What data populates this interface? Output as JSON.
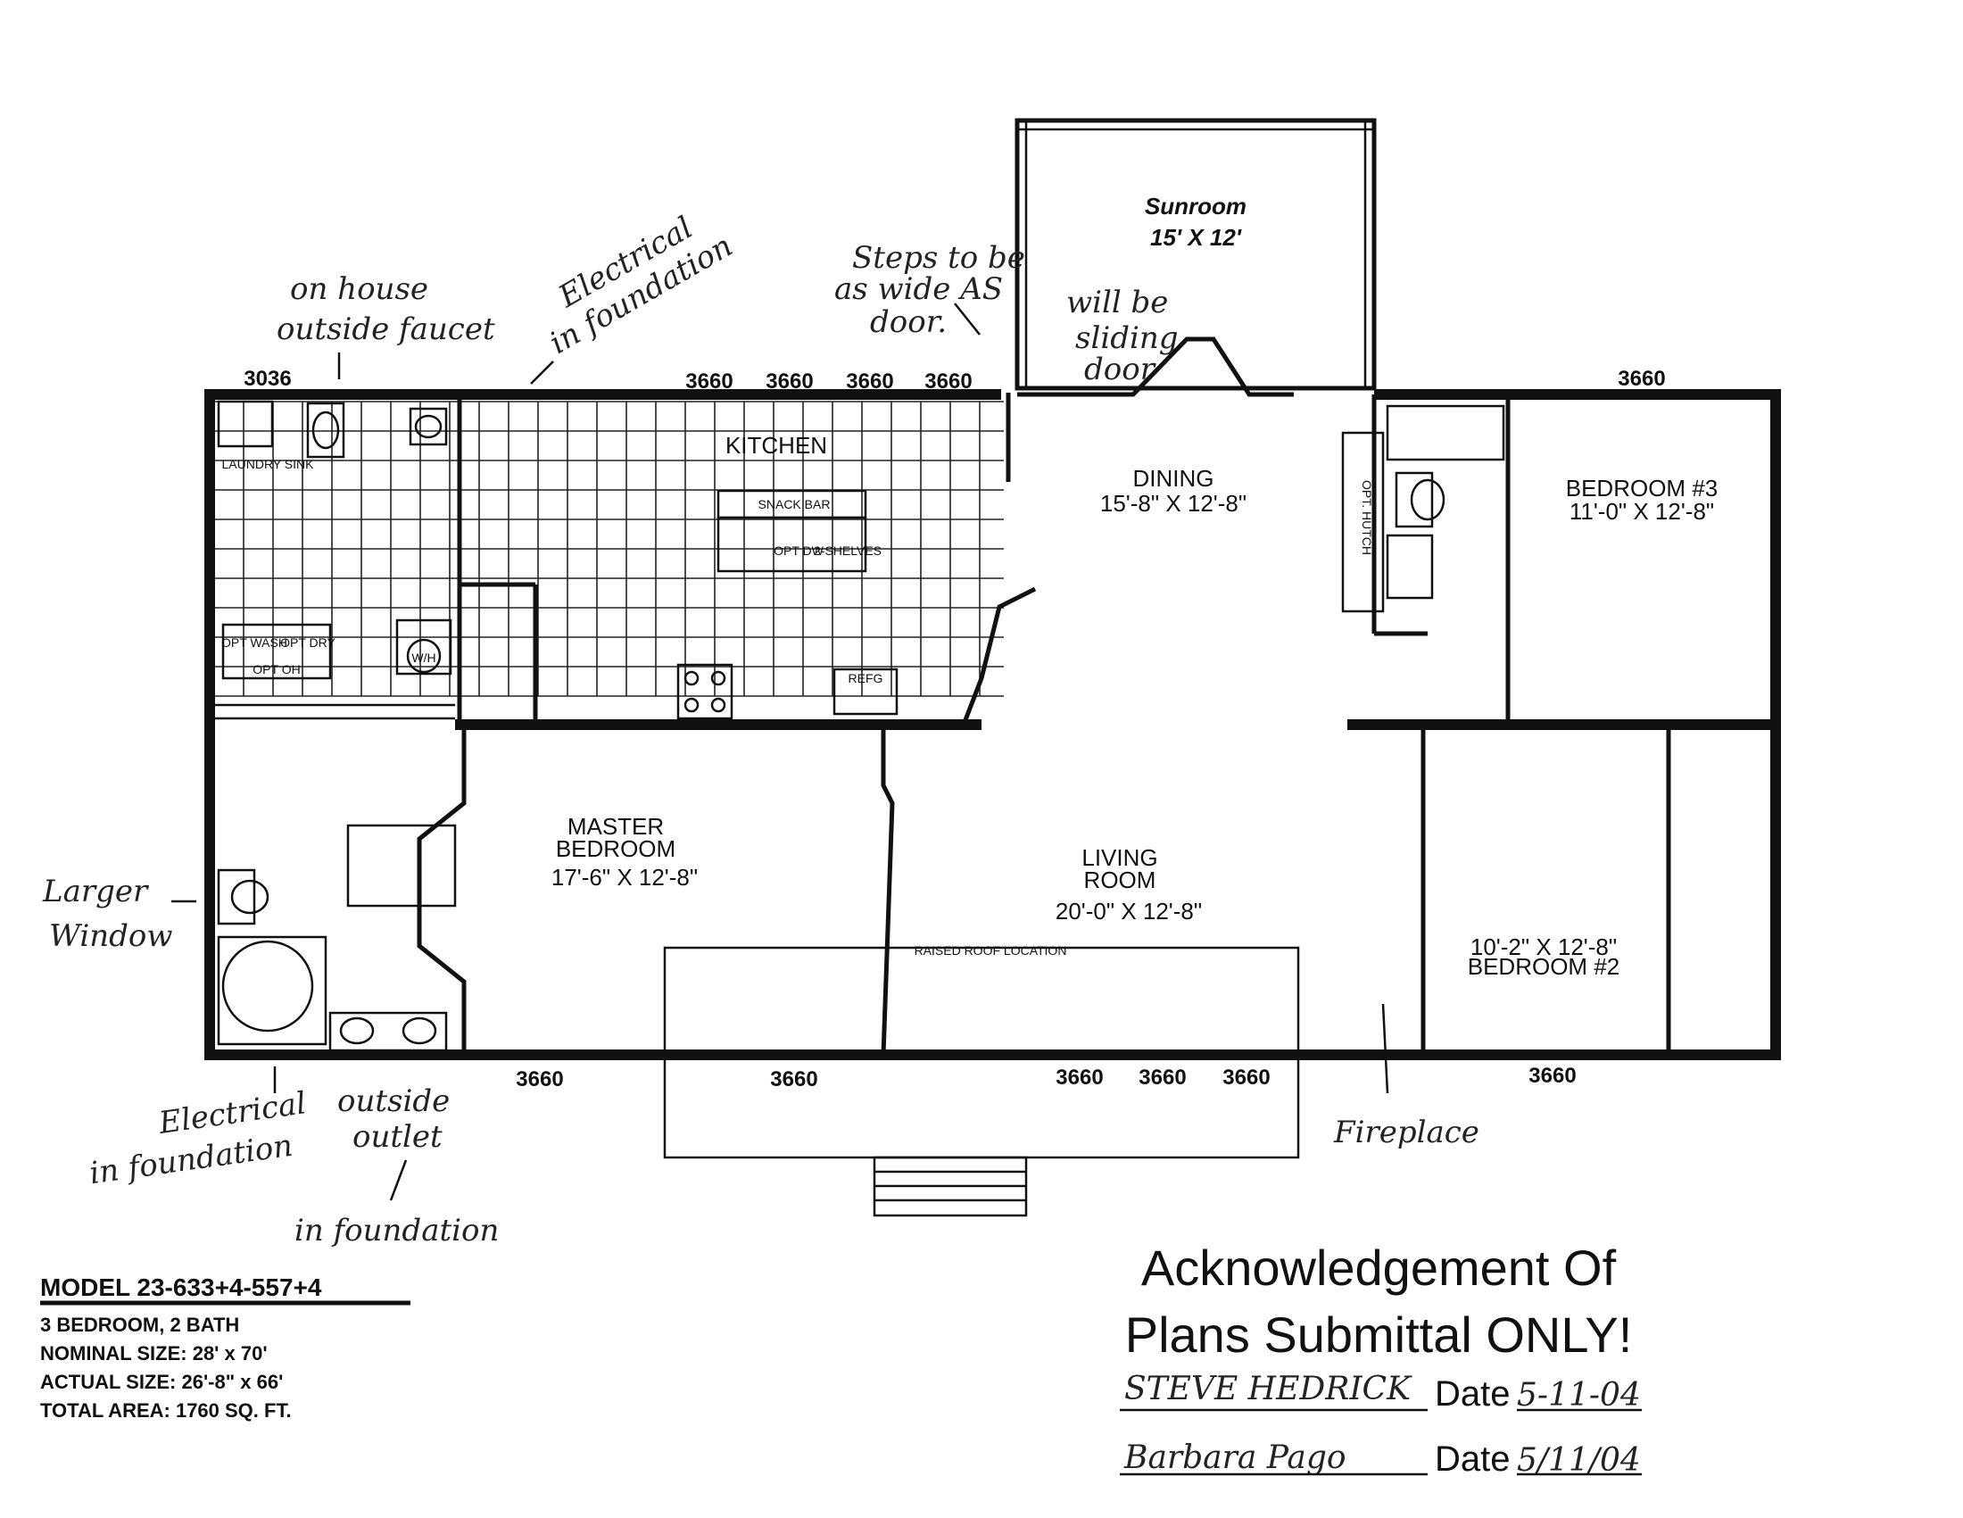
{
  "sunroom": {
    "name": "Sunroom",
    "size": "15' X 12'"
  },
  "rooms": {
    "kitchen": "KITCHEN",
    "snack_bar": "SNACK BAR",
    "shelves": "2-SHELVES",
    "opt_dw": "OPT DW",
    "refg": "REFG",
    "wh": "W/H",
    "laundry_sink": "LAUNDRY SINK",
    "opt_wash": "OPT WASH",
    "opt_dry": "OPT DRY",
    "opt_oh": "OPT OH",
    "dining_name": "DINING",
    "dining_size": "15'-8\" X 12'-8\"",
    "opt_hutch": "OPT. HUTCH",
    "bedroom3_name": "BEDROOM #3",
    "bedroom3_size": "11'-0\" X 12'-8\"",
    "master_line1": "MASTER",
    "master_line2": "BEDROOM",
    "master_size": "17'-6\" X 12'-8\"",
    "living_line1": "LIVING",
    "living_line2": "ROOM",
    "living_size": "20'-0\" X 12'-8\"",
    "raised_roof": "RAISED ROOF LOCATION",
    "bedroom2_size": "10'-2\" X 12'-8\"",
    "bedroom2_name": "BEDROOM #2"
  },
  "windows": {
    "top_left": "3036",
    "top_1": "3660",
    "top_2": "3660",
    "top_3": "3660",
    "top_4": "3660",
    "top_right": "3660",
    "bottom_1": "3660",
    "bottom_2": "3660",
    "bottom_3": "3660",
    "bottom_4": "3660",
    "bottom_5": "3660",
    "bottom_6": "3660"
  },
  "annotations": {
    "on_house": "on house",
    "outside_faucet": "outside faucet",
    "electrical_top_1": "Electrical",
    "electrical_top_2": "in foundation",
    "steps_1": "Steps to be",
    "steps_2": "as wide AS",
    "steps_3": "door.",
    "sliding_1": "will be",
    "sliding_2": "sliding",
    "sliding_3": "door",
    "larger_1": "Larger",
    "larger_2": "Window",
    "electrical_bottom_1": "Electrical",
    "electrical_bottom_2": "in foundation",
    "outlet_1": "outside",
    "outlet_2": "outlet",
    "outlet_3": "in foundation",
    "fireplace": "Fireplace"
  },
  "model_info": {
    "title": "MODEL 23-633+4-557+4",
    "line1": "3 BEDROOM, 2 BATH",
    "line2": "NOMINAL SIZE: 28' x 70'",
    "line3": "ACTUAL SIZE: 26'-8\" x 66'",
    "line4": "TOTAL AREA: 1760 SQ. FT."
  },
  "acknowledgement": {
    "line1": "Acknowledgement Of",
    "line2": "Plans Submittal ONLY!",
    "signature_1": "STEVE HEDRICK",
    "date_label_1": "Date",
    "date_1": "5-11-04",
    "signature_2": "Barbara Pago",
    "date_label_2": "Date",
    "date_2": "5/11/04"
  }
}
